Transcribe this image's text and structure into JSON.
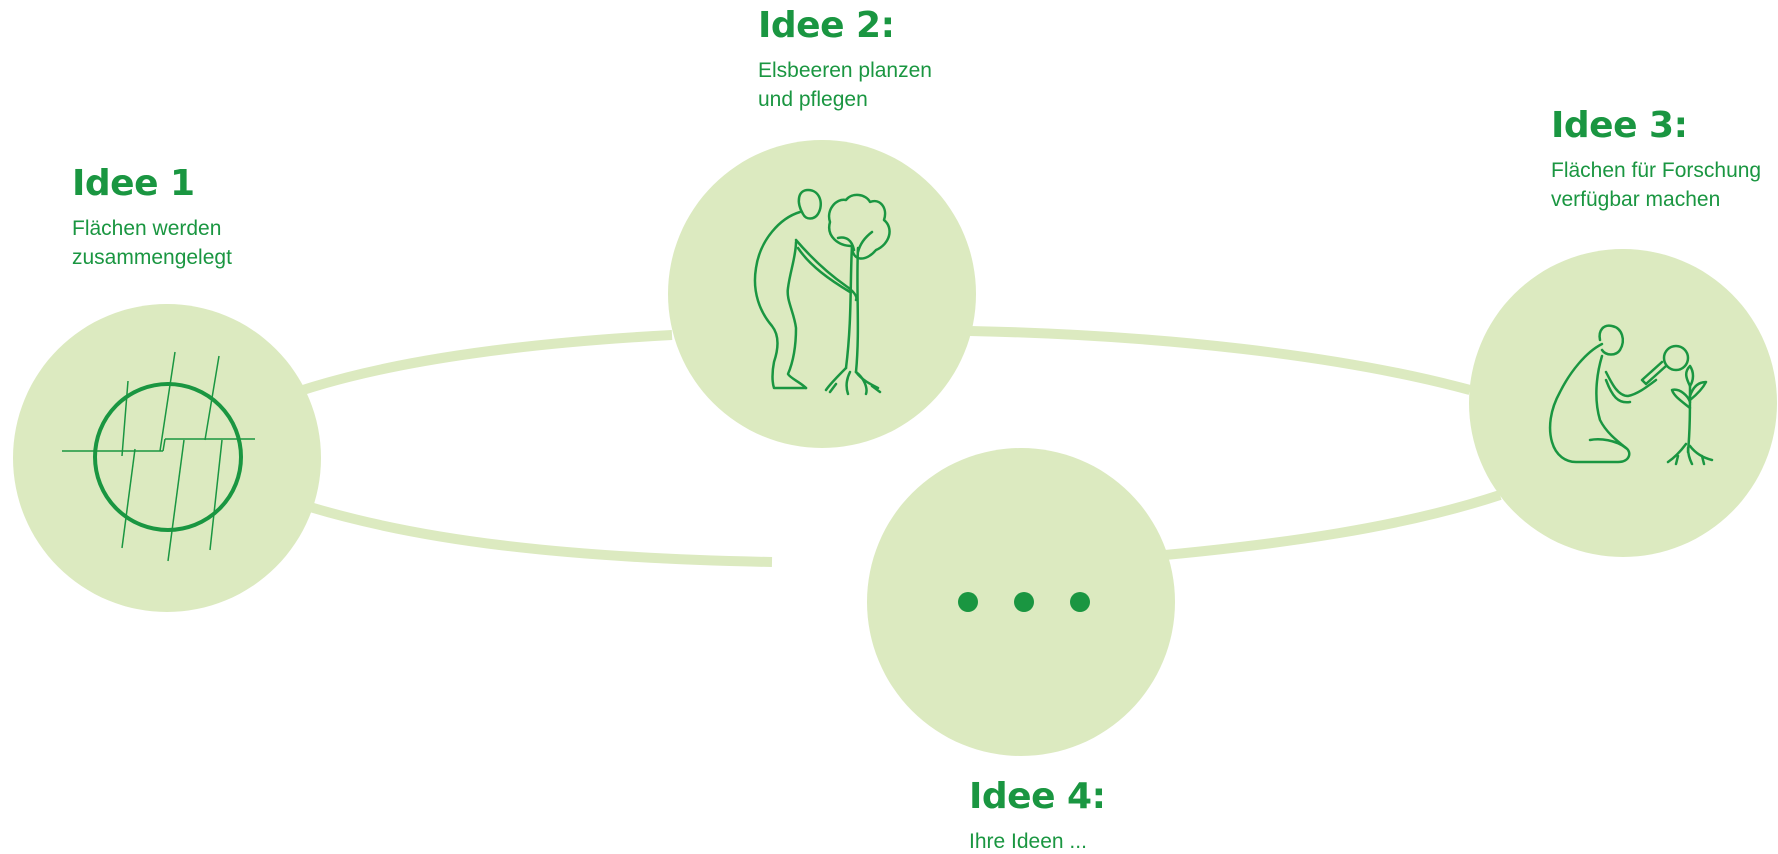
{
  "colors": {
    "accent": "#1a9641",
    "circle_fill": "#dceac0",
    "connector": "#dceac0"
  },
  "ideas": [
    {
      "title": "Idee 1",
      "description": "Flächen werden\nzusammengelegt",
      "icon": "land-consolidation-icon"
    },
    {
      "title": "Idee 2:",
      "description": "Elsbeeren planzen\nund pflegen",
      "icon": "person-planting-tree-icon"
    },
    {
      "title": "Idee 3:",
      "description": "Flächen für Forschung\nverfügbar machen",
      "icon": "researcher-magnifier-plant-icon"
    },
    {
      "title": "Idee 4:",
      "description": "Ihre Ideen ...",
      "icon": "ellipsis-icon"
    }
  ]
}
